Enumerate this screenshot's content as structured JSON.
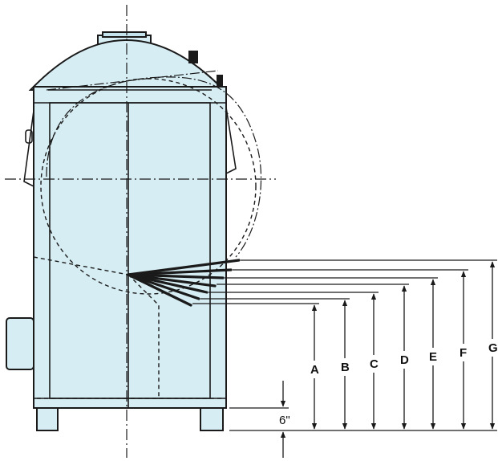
{
  "dimension_labels": [
    "A",
    "B",
    "C",
    "D",
    "E",
    "F",
    "G"
  ],
  "clearance_label": "6\"",
  "colors": {
    "tank_fill": "#d6edf3",
    "line": "#1a1a1a",
    "background": "#ffffff"
  }
}
